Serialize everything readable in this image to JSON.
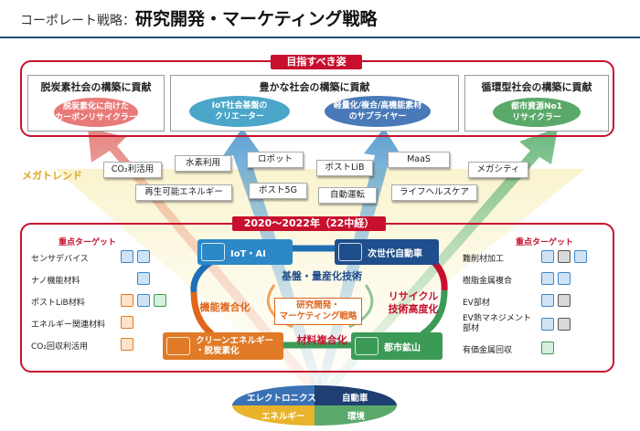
{
  "header": {
    "prefix": "コーポレート戦略：",
    "title": "研究開発・マーケティング戦略"
  },
  "vision": {
    "label": "目指すべき姿",
    "goals": [
      {
        "title": "脱炭素社会の構築に貢献",
        "items": [
          "脱炭素化に向けた\nカーボンリサイクラー"
        ],
        "color": "#e87a78"
      },
      {
        "title": "豊かな社会の構築に貢献",
        "items": [
          "IoT社会基盤の\nクリエーター",
          "軽量化/複合/高機能素材\nのサプライヤー"
        ],
        "colors": [
          "#4ba6c9",
          "#4a79b8"
        ]
      },
      {
        "title": "循環型社会の構築に貢献",
        "items": [
          "都市資源No1\nリサイクラー"
        ],
        "color": "#5aa96a"
      }
    ]
  },
  "megatrend": {
    "label": "メガトレンド",
    "chips": [
      "CO₂利活用",
      "水素利用",
      "ロボット",
      "ポストLiB",
      "MaaS",
      "メガシティ",
      "再生可能エネルギー",
      "ポスト5G",
      "自動運転",
      "ライフヘルスケア"
    ]
  },
  "plan": {
    "label": "2020～2022年（22中経）",
    "left": {
      "title": "重点ターゲット",
      "items": [
        "センサデバイス",
        "ナノ機能材料",
        "ポストLiB材料",
        "エネルギー関連材料",
        "CO₂回収利活用"
      ]
    },
    "right": {
      "title": "重点ターゲット",
      "items": [
        "難削材加工",
        "樹脂金属複合",
        "EV部材",
        "EV熱マネジメント\n部材",
        "有価金属回収"
      ]
    },
    "pills": {
      "iot": "IoT・AI",
      "auto": "次世代自動車",
      "clean": "クリーンエネルギー\n・脱炭素化",
      "urban": "都市鉱山"
    },
    "center": {
      "base": "基盤・量産化技術",
      "functional": "機能複合化",
      "recycle": "リサイクル\n技術高度化",
      "materials": "材料複合化",
      "core": "研究開発・\nマーケティング戦略"
    }
  },
  "domains": {
    "electronics": "エレクトロニクス",
    "automotive": "自動車",
    "energy": "エネルギー",
    "environment": "環境"
  },
  "colors": {
    "red": "#c8102e",
    "blue": "#1f6fb5",
    "orange": "#e0661b",
    "green": "#3c9a57",
    "navy": "#1f4e79"
  }
}
